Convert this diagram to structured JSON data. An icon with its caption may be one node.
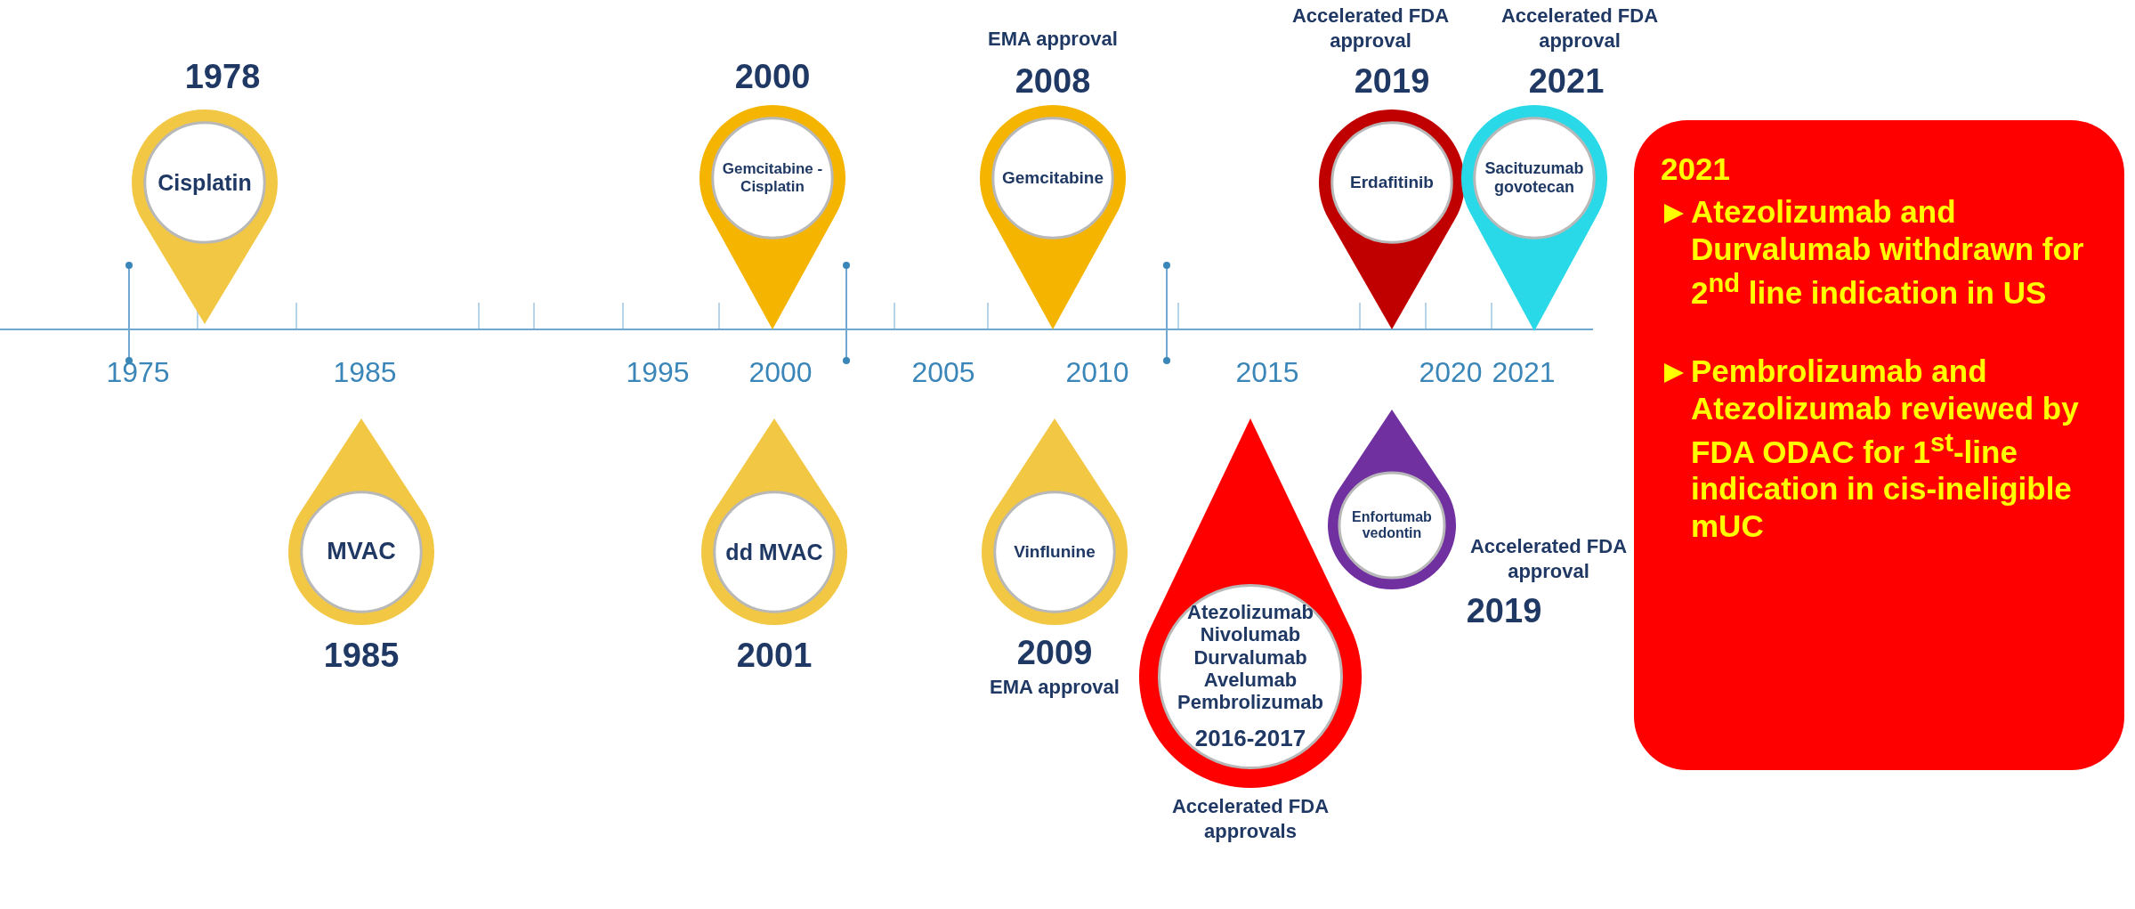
{
  "diagram": {
    "nodes": [
      {
        "text": [
          "Cisplatin"
        ],
        "beside": [
          "1978"
        ]
      },
      {
        "text": [
          "Gemcitabine -Cisplatin"
        ],
        "beside": [
          "2000"
        ]
      },
      {
        "text": [
          "Gemcitabine"
        ],
        "beside": [
          "EMA approval",
          "2008"
        ]
      },
      {
        "text": [
          "Erdafitinib"
        ],
        "beside": [
          "Accelerated FDA approval",
          "2019"
        ]
      },
      {
        "text": [
          "Sacituzumab govotecan"
        ],
        "beside": [
          "Accelerated FDA approval",
          "2021"
        ]
      },
      {
        "text": [
          "MVAC"
        ],
        "beside": [
          "1985"
        ]
      },
      {
        "text": [
          "dd MVAC"
        ],
        "beside": [
          "2001"
        ]
      },
      {
        "text": [
          "Vinflunine"
        ],
        "beside": [
          "2009",
          "EMA approval"
        ]
      },
      {
        "text": [
          "Enfortumab vedontin"
        ],
        "beside": [
          "Accelerated FDA approval",
          "2019"
        ]
      },
      {
        "text": [
          "Atezolizumab Nivolumab Durvalumab Avelumab Pembrolizumab",
          "2016-2017"
        ],
        "beside": [
          "Accelerated FDA approvals"
        ]
      },
      {
        "text": [
          "2021",
          "Atezolizumab and Durvalumab withdrawn for 2$^{nd}$ line indication  in US",
          "Pembrolizumab and Atezolizumab reviewed by FDA ODAC for 1$^{st}$-line indication in cis-ineligible mUC"
        ]
      }
    ],
    "labels": [
      "1975",
      "1985",
      "1995",
      "2000",
      "2005",
      "2010",
      "2015",
      "2020",
      "2021"
    ]
  }
}
